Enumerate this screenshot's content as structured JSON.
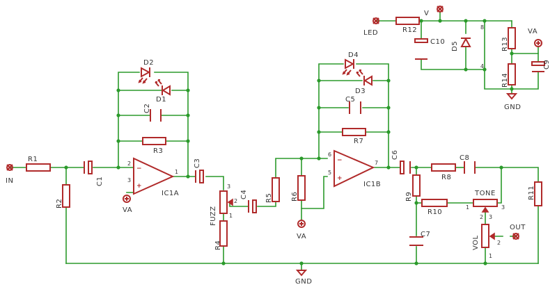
{
  "refs": {
    "r1": "R1",
    "r2": "R2",
    "r3": "R3",
    "r4": "R4",
    "r5": "R5",
    "r6": "R6",
    "r7": "R7",
    "r8": "R8",
    "r9": "R9",
    "r10": "R10",
    "r11": "R11",
    "r12": "R12",
    "r13": "R13",
    "r14": "R14",
    "c1": "C1",
    "c2": "C2",
    "c3": "C3",
    "c4": "C4",
    "c5": "C5",
    "c6": "C6",
    "c7": "C7",
    "c8": "C8",
    "c9": "C9",
    "c10": "C10",
    "d1": "D1",
    "d2": "D2",
    "d3": "D3",
    "d4": "D4",
    "d5": "D5",
    "ic1a": "IC1A",
    "ic1b": "IC1B",
    "fuzz": "FUZZ",
    "tone": "TONE",
    "vol": "VOL"
  },
  "nets": {
    "in": "IN",
    "out": "OUT",
    "led": "LED",
    "v": "V",
    "va": "VA",
    "gnd": "GND"
  },
  "pins": {
    "p1": "1",
    "p2": "2",
    "p3": "3",
    "p4": "4",
    "p5": "5",
    "p6": "6",
    "p7": "7",
    "p8": "8"
  },
  "marks": {
    "plus": "+",
    "minus": "−"
  }
}
